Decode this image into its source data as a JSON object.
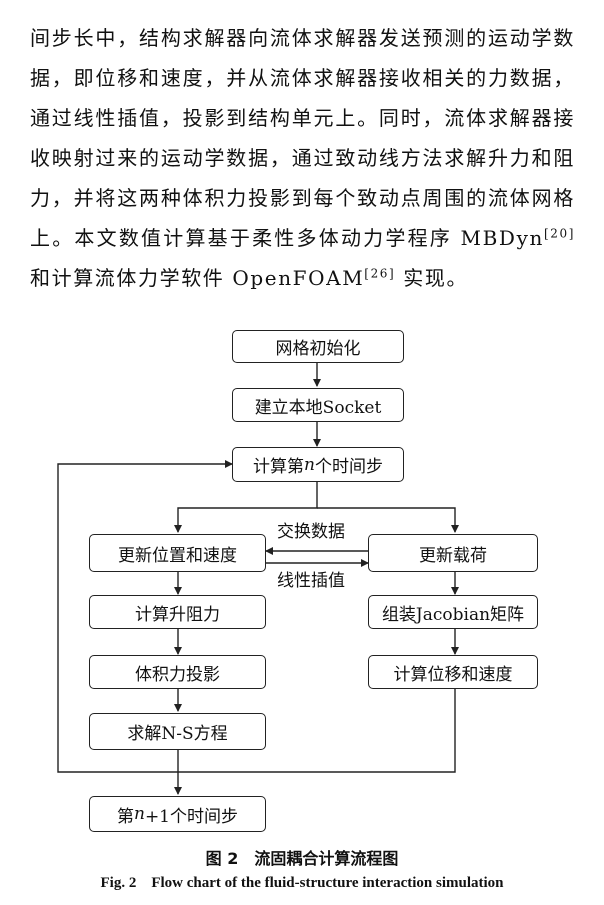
{
  "paragraph": {
    "text1": "间步长中，结构求解器向流体求解器发送预测的运动学数据，即位移和速度，并从流体求解器接收相关的力数据，通过线性插值，投影到结构单元上。同时，流体求解器接收映射过来的运动学数据，通过致动线方法求解升力和阻力，并将这两种体积力投影到每个致动点周围的流体网格上。本文数值计算基于柔性多体动力学程序 MBDyn",
    "ref1": "[20]",
    "text2": " 和计算流体力学软件 OpenFOAM",
    "ref2": "[26]",
    "text3": " 实现。"
  },
  "flowchart": {
    "init": "网格初始化",
    "socket": "建立本地Socket",
    "step_pre": "计算第",
    "step_n": "n",
    "step_post": "个时间步",
    "update_pos": "更新位置和速度",
    "update_load": "更新载荷",
    "exchange": "交换数据",
    "interp": "线性插值",
    "lift": "计算升阻力",
    "volume": "体积力投影",
    "ns": "求解N-S方程",
    "jacobian": "组装Jacobian矩阵",
    "disp": "计算位移和速度",
    "next_pre": "第",
    "next_n": "n",
    "next_post": "+1个时间步"
  },
  "caption": {
    "zh": "图 2　流固耦合计算流程图",
    "en": "Fig. 2　Flow chart of the fluid-structure interaction simulation"
  }
}
